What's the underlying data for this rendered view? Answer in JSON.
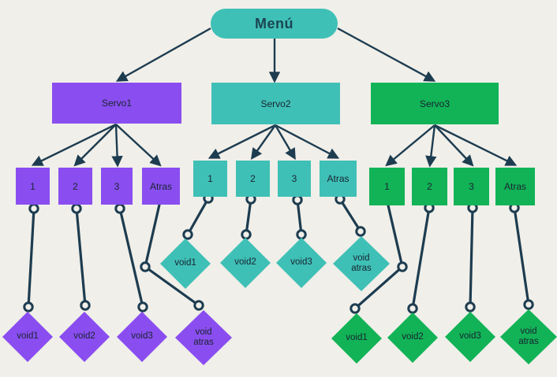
{
  "palette": {
    "background": "#f0efe9",
    "teal": "#3fc0b6",
    "purple": "#8a4ef0",
    "green": "#12b357",
    "edge": "#1d3c50",
    "label-text": "#182430",
    "menu-text": "#1b4552"
  },
  "diagram": {
    "root_label": "Menú",
    "branches": [
      {
        "label": "Servo1",
        "color": "#8a4ef0",
        "buttons": [
          "1",
          "2",
          "3",
          "Atras"
        ],
        "voids": [
          "void1",
          "void2",
          "void3",
          "void atras"
        ]
      },
      {
        "label": "Servo2",
        "color": "#3fc0b6",
        "buttons": [
          "1",
          "2",
          "3",
          "Atras"
        ],
        "voids": [
          "void1",
          "void2",
          "void3",
          "void atras"
        ]
      },
      {
        "label": "Servo3",
        "color": "#12b357",
        "buttons": [
          "1",
          "2",
          "3",
          "Atras"
        ],
        "voids": [
          "void1",
          "void2",
          "void3",
          "void atras"
        ]
      }
    ]
  }
}
